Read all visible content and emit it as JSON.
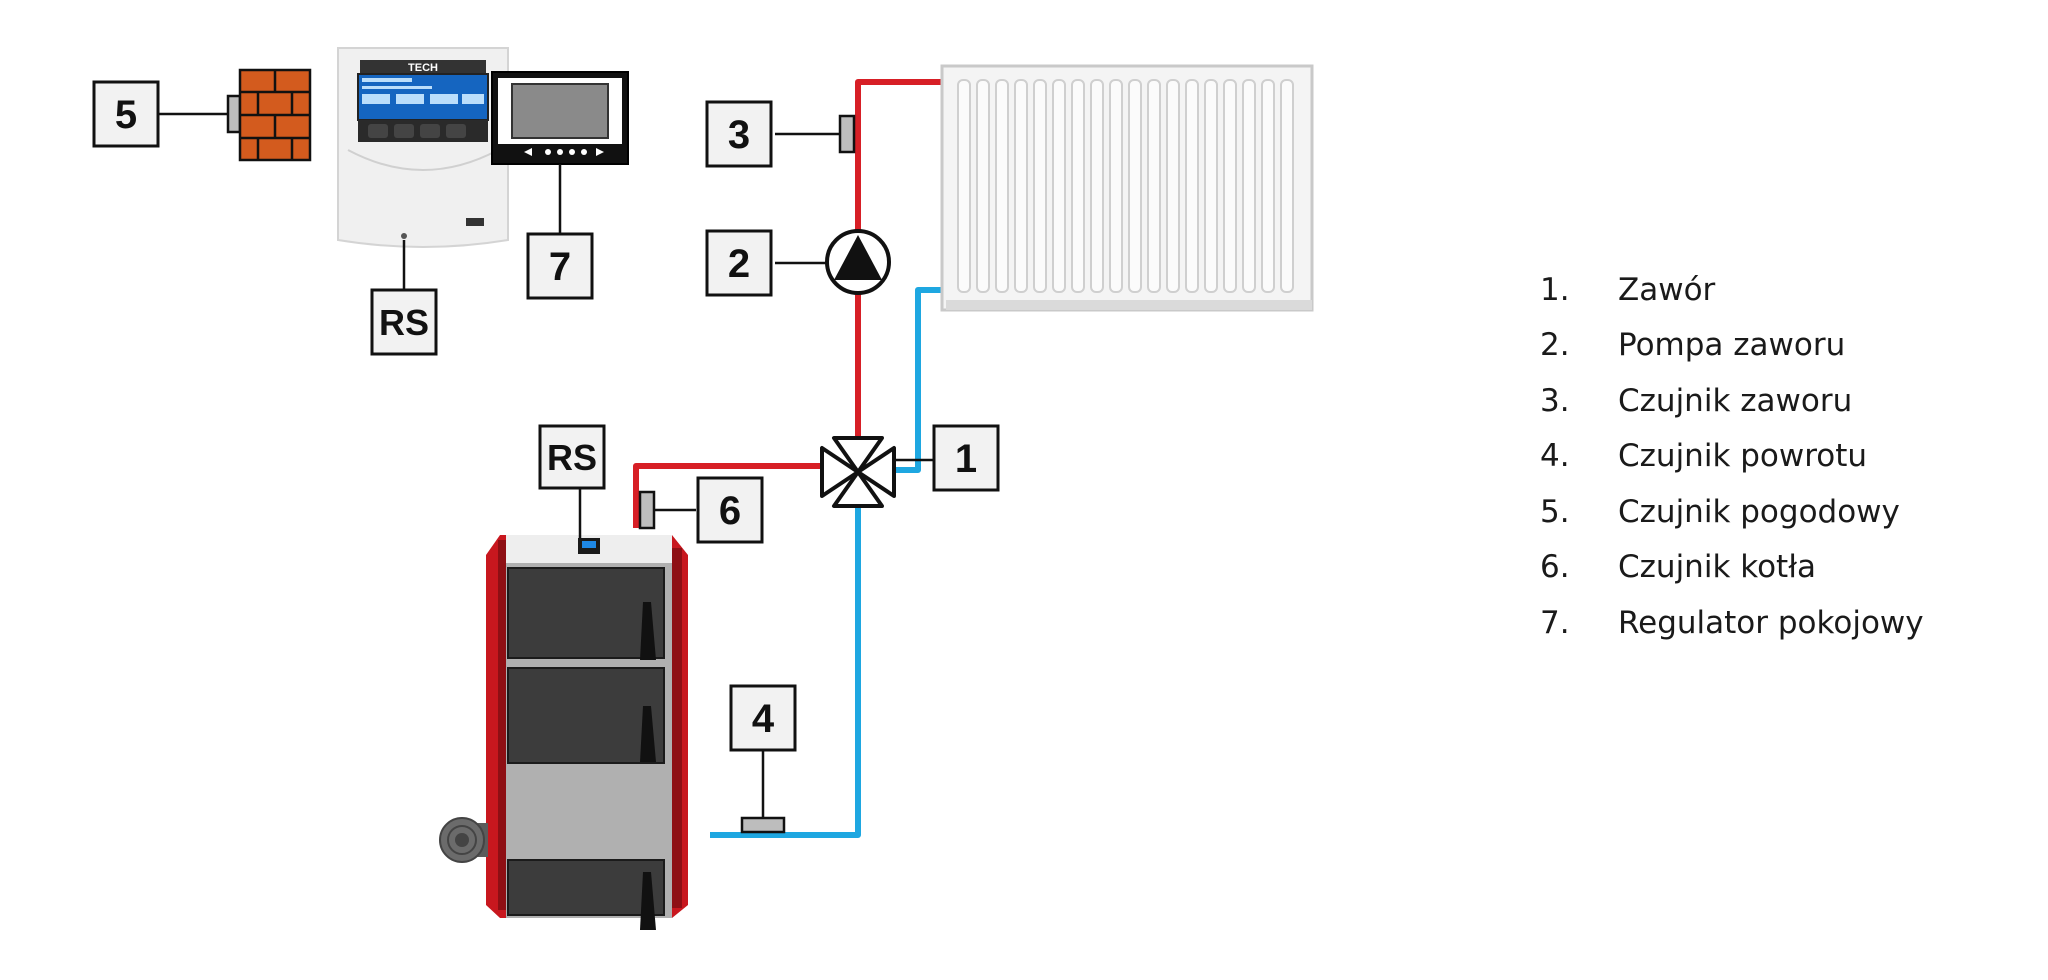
{
  "controller": {
    "brand": "TECH"
  },
  "labels": {
    "l1": "1",
    "l2": "2",
    "l3": "3",
    "l4": "4",
    "l5": "5",
    "l6": "6",
    "l7": "7",
    "rs_controller": "RS",
    "rs_boiler": "RS"
  },
  "legend": [
    {
      "num": "1.",
      "text": "Zawór"
    },
    {
      "num": "2.",
      "text": "Pompa zaworu"
    },
    {
      "num": "3.",
      "text": "Czujnik zaworu"
    },
    {
      "num": "4.",
      "text": "Czujnik powrotu"
    },
    {
      "num": "5.",
      "text": "Czujnik pogodowy"
    },
    {
      "num": "6.",
      "text": "Czujnik kotła"
    },
    {
      "num": "7.",
      "text": "Regulator pokojowy"
    }
  ],
  "colors": {
    "supply_pipe": "#d71f26",
    "return_pipe": "#1ea7e1",
    "wall_brick": "#d35b1e",
    "boiler_red": "#c8171e"
  }
}
